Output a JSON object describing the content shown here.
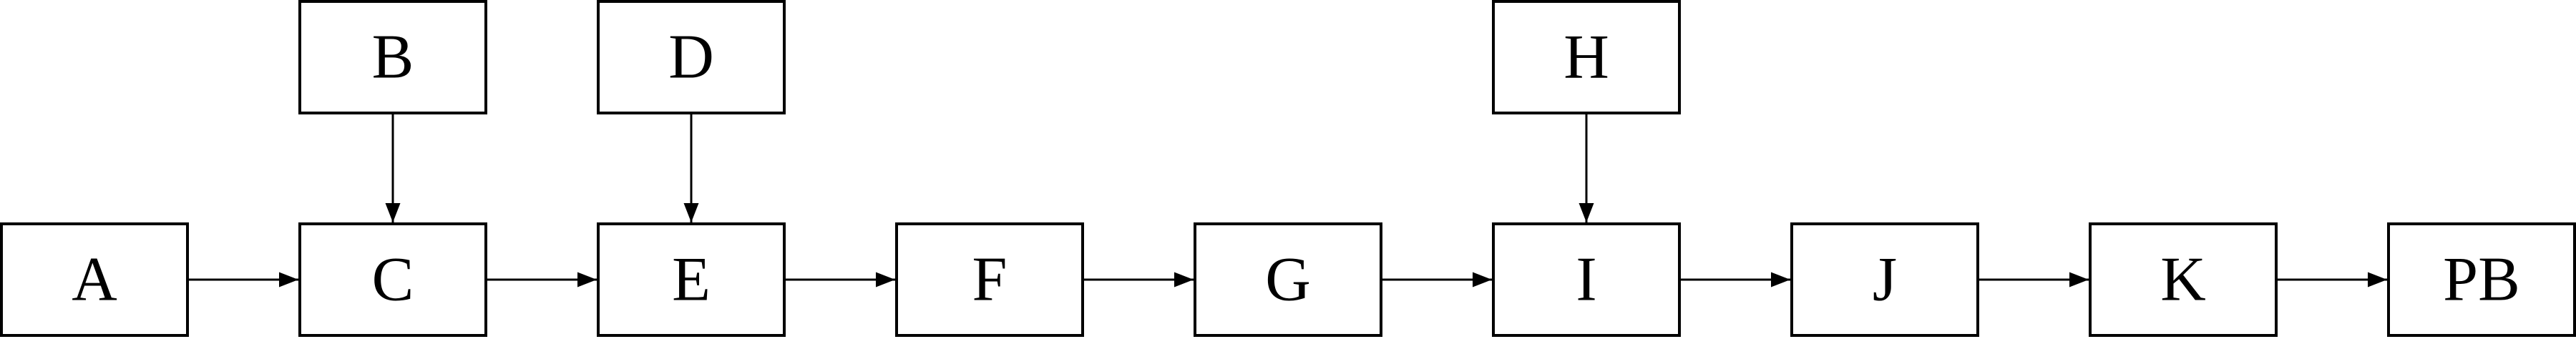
{
  "diagram": {
    "type": "flowchart",
    "stroke_color": "#000000",
    "background_color": "#ffffff",
    "nodes": [
      {
        "id": "A",
        "label": "A"
      },
      {
        "id": "B",
        "label": "B"
      },
      {
        "id": "C",
        "label": "C"
      },
      {
        "id": "D",
        "label": "D"
      },
      {
        "id": "E",
        "label": "E"
      },
      {
        "id": "F",
        "label": "F"
      },
      {
        "id": "G",
        "label": "G"
      },
      {
        "id": "H",
        "label": "H"
      },
      {
        "id": "I",
        "label": "I"
      },
      {
        "id": "J",
        "label": "J"
      },
      {
        "id": "K",
        "label": "K"
      },
      {
        "id": "PB",
        "label": "PB"
      }
    ],
    "edges": [
      {
        "from": "A",
        "to": "C"
      },
      {
        "from": "B",
        "to": "C"
      },
      {
        "from": "C",
        "to": "E"
      },
      {
        "from": "D",
        "to": "E"
      },
      {
        "from": "E",
        "to": "F"
      },
      {
        "from": "F",
        "to": "G"
      },
      {
        "from": "G",
        "to": "I"
      },
      {
        "from": "H",
        "to": "I"
      },
      {
        "from": "I",
        "to": "J"
      },
      {
        "from": "J",
        "to": "K"
      },
      {
        "from": "K",
        "to": "PB"
      }
    ]
  }
}
